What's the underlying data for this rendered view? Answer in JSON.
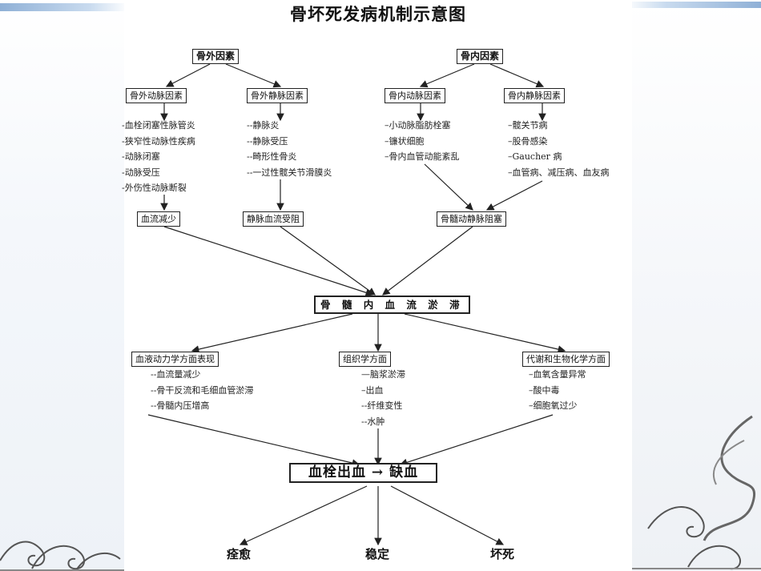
{
  "title": "骨坏死发病机制示意图",
  "nodes": {
    "external": "骨外因素",
    "internal": "骨内因素",
    "ext_artery": "骨外动脉因素",
    "ext_vein": "骨外静脉因素",
    "int_artery": "骨内动脉因素",
    "int_vein": "骨内静脉因素",
    "blood_flow_decrease": "血流减少",
    "venous_obstruction": "静脉血流受阻",
    "marrow_vessel_block": "骨髓动静脉阻塞",
    "marrow_stasis": "骨 髓 内 血 流 淤 滞",
    "hemodynamic": "血液动力学方面表现",
    "histology": "组织学方面",
    "metabolic": "代谢和生物化学方面",
    "thrombus_ischemia": "血栓出血   →   缺血"
  },
  "lists": {
    "ext_artery_items": [
      "-血栓闭塞性脉管炎",
      "-狭窄性动脉性疾病",
      "-动脉闭塞",
      "-动脉受压",
      "-外伤性动脉断裂"
    ],
    "ext_vein_items": [
      "--静脉炎",
      "--静脉受压",
      "--畸形性骨炎",
      "--一过性髋关节滑膜炎"
    ],
    "int_artery_items": [
      "–小动脉脂肪栓塞",
      "–镰状细胞",
      "–骨内血管动能紊乱"
    ],
    "int_vein_items": [
      "–髋关节病",
      "–股骨感染",
      "–Gaucher 病",
      "–血管病、减压病、血友病"
    ],
    "hemodynamic_items": [
      "--血流量减少",
      "--骨干反流和毛细血管淤滞",
      "--骨髓内压增高"
    ],
    "histology_items": [
      "—脑浆淤滞",
      "–出血",
      "--纤维变性",
      "--水肿"
    ],
    "metabolic_items": [
      "–血氧含量异常",
      "–酸中毒",
      "–细胞氧过少"
    ]
  },
  "outcomes": {
    "heal": "痊愈",
    "stable": "稳定",
    "necrosis": "坏死"
  }
}
